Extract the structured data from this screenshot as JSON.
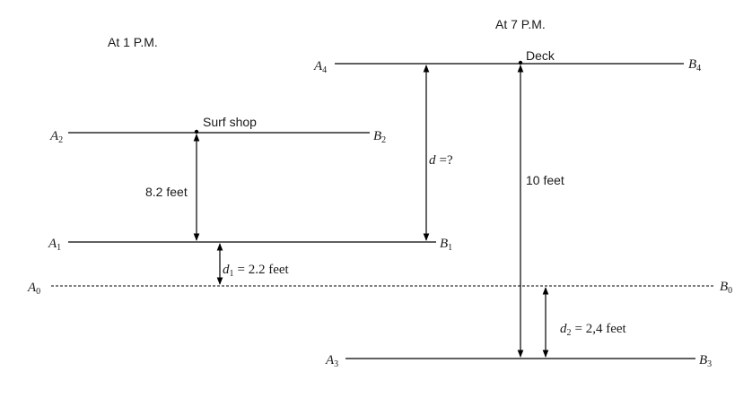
{
  "titles": {
    "left": "At 1 P.M.",
    "right": "At 7 P.M."
  },
  "points": {
    "surf_shop": "Surf shop",
    "deck": "Deck"
  },
  "line_labels": {
    "A0": {
      "letter": "A",
      "sub": "0"
    },
    "B0": {
      "letter": "B",
      "sub": "0"
    },
    "A1": {
      "letter": "A",
      "sub": "1"
    },
    "B1": {
      "letter": "B",
      "sub": "1"
    },
    "A2": {
      "letter": "A",
      "sub": "2"
    },
    "B2": {
      "letter": "B",
      "sub": "2"
    },
    "A3": {
      "letter": "A",
      "sub": "3"
    },
    "B3": {
      "letter": "B",
      "sub": "3"
    },
    "A4": {
      "letter": "A",
      "sub": "4"
    },
    "B4": {
      "letter": "B",
      "sub": "4"
    }
  },
  "measurements": {
    "surf_height": "8.2 feet",
    "d1": {
      "var": "d",
      "sub": "1",
      "value": "= 2.2 feet"
    },
    "d_unknown": {
      "var": "d",
      "value": "=?"
    },
    "deck_height": "10 feet",
    "d2": {
      "var": "d",
      "sub": "2",
      "value": "= 2,4 feet"
    }
  },
  "colors": {
    "stroke": "#000000",
    "text": "#1a1a1a",
    "background": "#ffffff"
  }
}
